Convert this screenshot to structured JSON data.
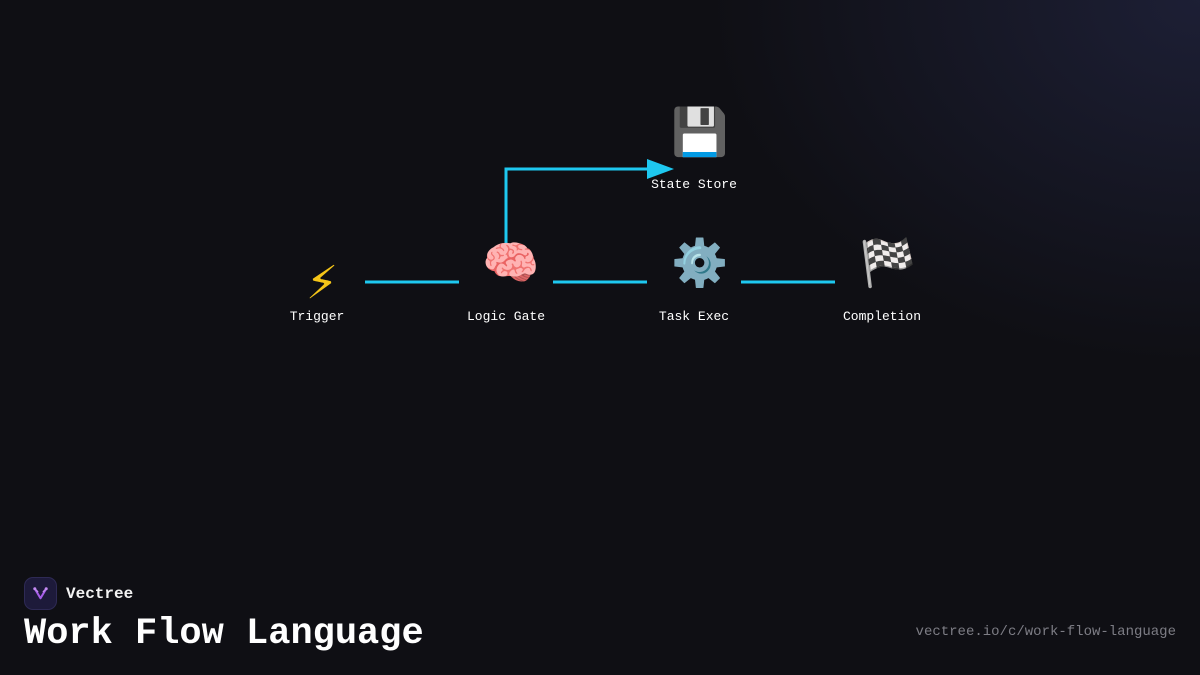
{
  "diagram": {
    "nodes": [
      {
        "id": "trigger",
        "label": "Trigger",
        "icon": "lightning-bolt-icon",
        "glyph": "⚡"
      },
      {
        "id": "logic",
        "label": "Logic Gate",
        "icon": "brain-icon",
        "glyph": "🧠"
      },
      {
        "id": "task",
        "label": "Task Exec",
        "icon": "gear-icon",
        "glyph": "⚙️"
      },
      {
        "id": "done",
        "label": "Completion",
        "icon": "checkered-flag-icon",
        "glyph": "🏁"
      },
      {
        "id": "state",
        "label": "State Store",
        "icon": "floppy-disk-icon",
        "glyph": "💾"
      }
    ],
    "edges": [
      {
        "from": "trigger",
        "to": "logic"
      },
      {
        "from": "logic",
        "to": "task"
      },
      {
        "from": "task",
        "to": "done"
      },
      {
        "from": "logic",
        "to": "state",
        "arrow": true
      }
    ],
    "edge_color": "#1ec8f0"
  },
  "brand": {
    "name": "Vectree",
    "logo_icon": "vectree-logo-icon",
    "logo_color": "#a55de8"
  },
  "title": "Work Flow Language",
  "url": "vectree.io/c/work-flow-language"
}
